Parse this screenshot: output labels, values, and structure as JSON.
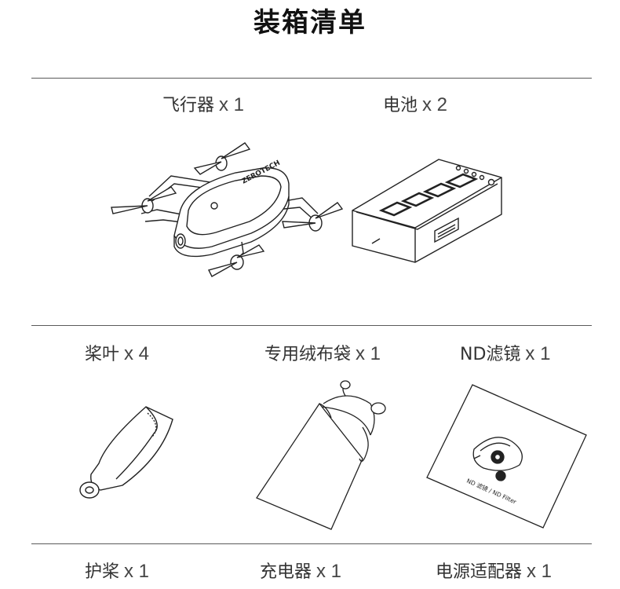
{
  "title": "装箱清单",
  "items": [
    {
      "name": "飞行器",
      "qty": "x 1"
    },
    {
      "name": "电池",
      "qty": "x 2"
    },
    {
      "name": "桨叶",
      "qty": "x 4"
    },
    {
      "name": "专用绒布袋",
      "qty": "x 1"
    },
    {
      "name": "ND滤镜",
      "qty": "x 1"
    },
    {
      "name": "护桨",
      "qty": "x 1"
    },
    {
      "name": "充电器",
      "qty": "x 1"
    },
    {
      "name": "电源适配器",
      "qty": "x 1"
    }
  ],
  "drone_brand": "ZEROTECH",
  "nd_filter_caption": "ND 滤镜 / ND Filter",
  "icons": [
    "drone-illustration",
    "battery-illustration",
    "propeller-blade-illustration",
    "cloth-bag-illustration",
    "nd-filter-card-illustration"
  ]
}
